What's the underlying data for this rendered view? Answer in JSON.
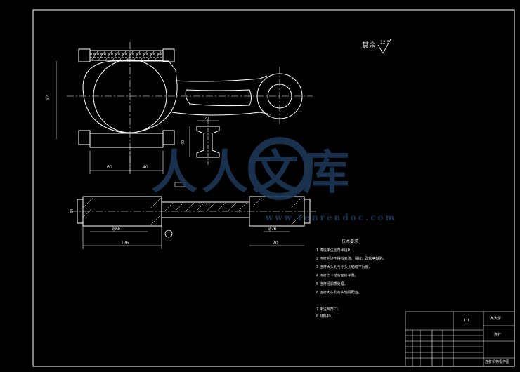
{
  "drawing": {
    "roughness_note": "其余",
    "roughness_value": "12.5",
    "tech_requirements": {
      "title": "技术要求",
      "items": [
        "1 铸造未注圆角半径R。",
        "2 连杆毛坯不得有夹渣、裂纹、疏松等缺陷。",
        "3 连杆大头孔与小头孔轴线平行度。",
        "4 连杆上下结合面应平整。",
        "5 连杆经调质处理。",
        "6 连杆大头孔与曲轴颈配合。",
        "7 未注倒角C1。",
        "8 材料45。"
      ]
    },
    "dimensions": {
      "overall_length": "176",
      "big_end_bore": "φ66",
      "small_end_bore": "φ26",
      "rod_section": "20",
      "half_width_left": "60",
      "half_width_right": "40",
      "height_left": "84",
      "height_right": "64",
      "section_width": "20",
      "section_height": "40"
    },
    "title_block": {
      "school": "某大学",
      "part_name": "连杆",
      "drawing_title": "连杆机构零件图",
      "scale_label": "1:1"
    },
    "watermark": {
      "text": "人人文库",
      "url": "www.renrendoc.com"
    }
  },
  "colors": {
    "background": "#000000",
    "line": "#ffffff",
    "watermark": "#1e3a5a"
  }
}
